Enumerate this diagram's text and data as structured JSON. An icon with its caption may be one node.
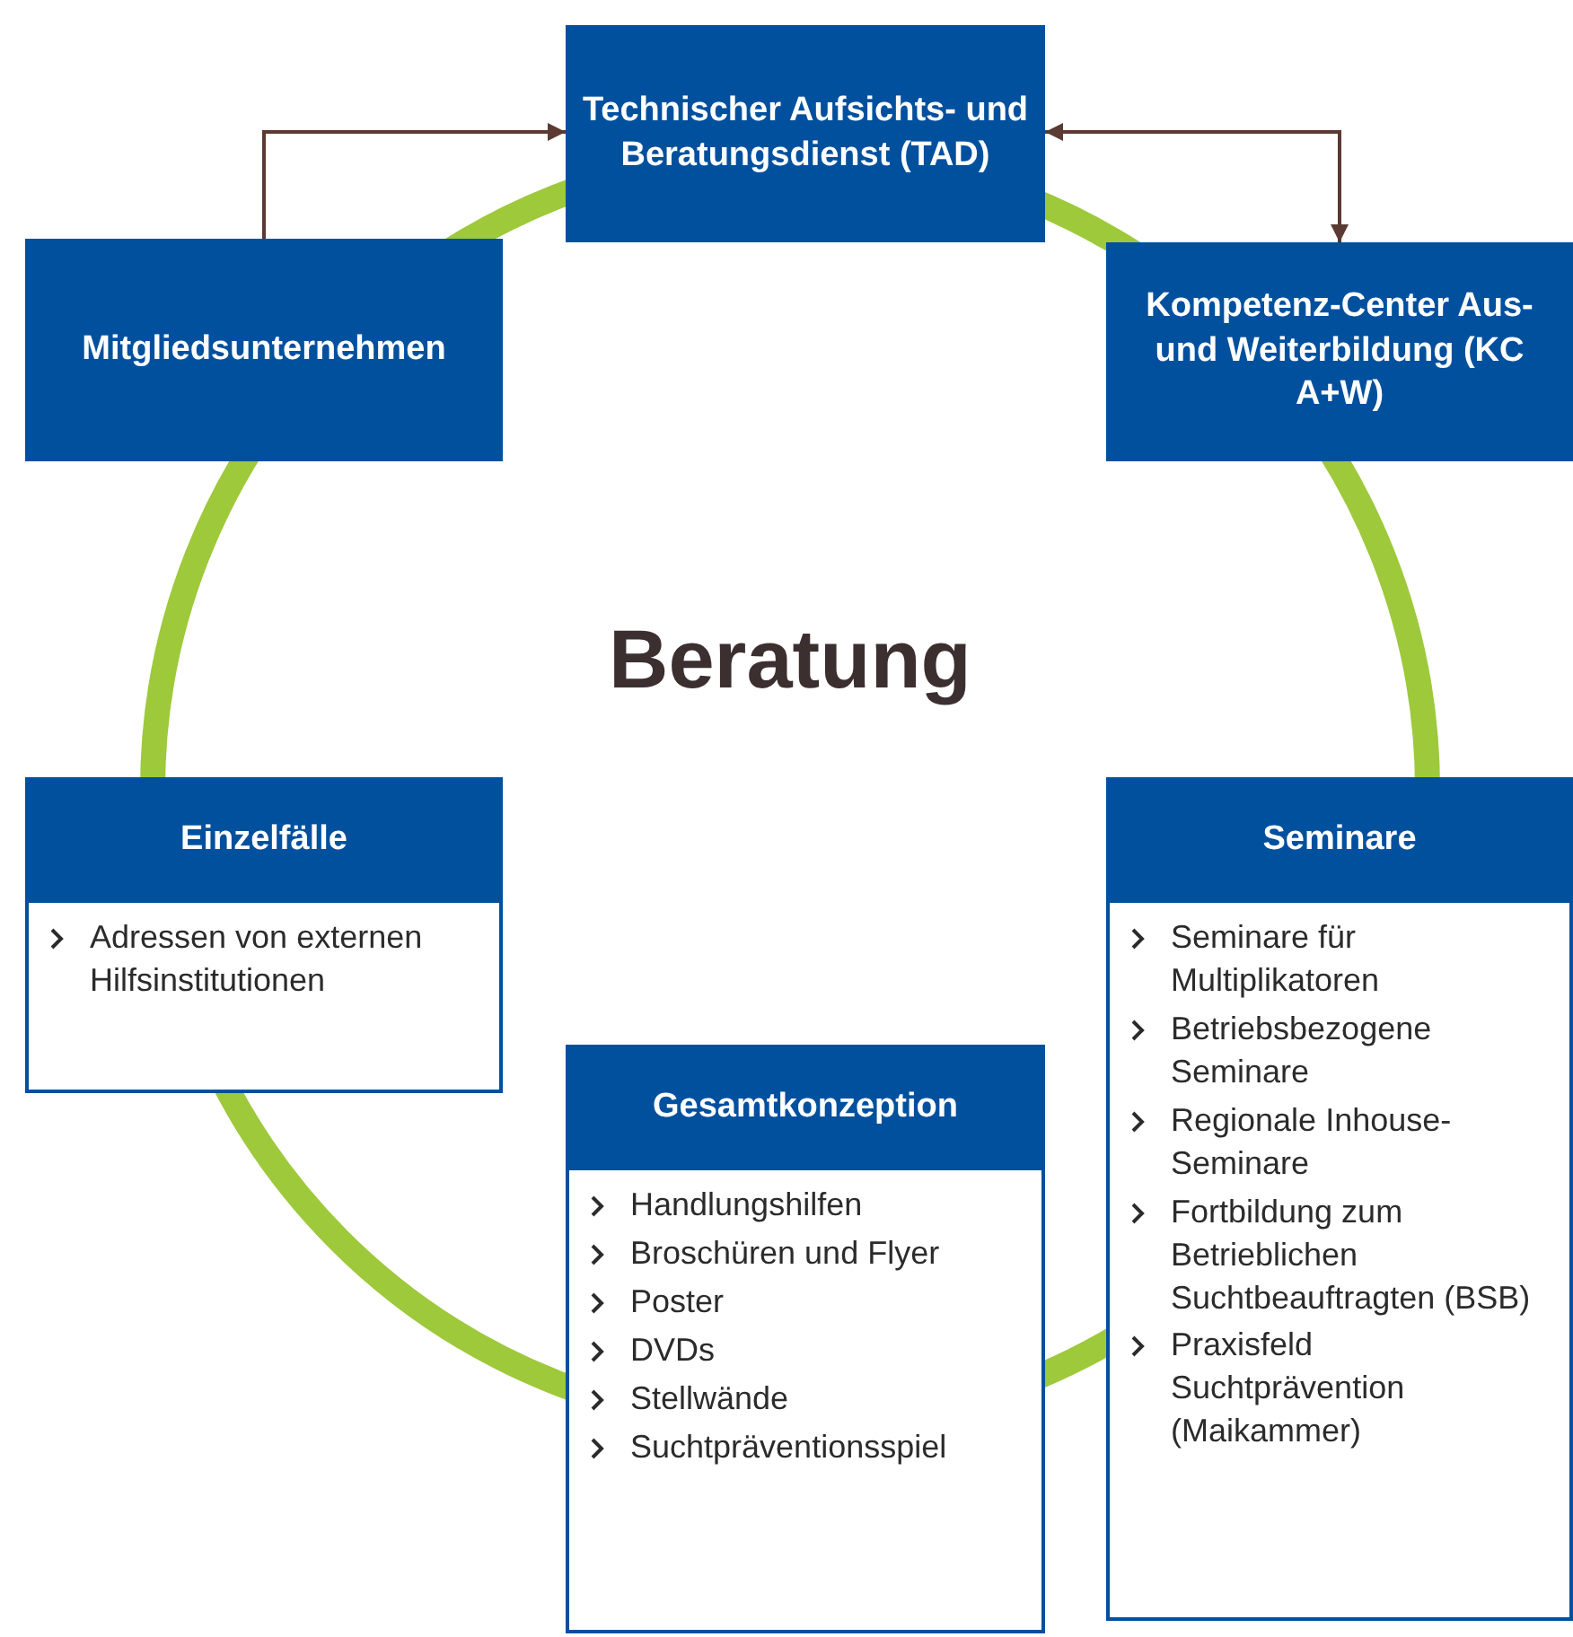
{
  "diagram": {
    "nodes": [
      {
        "text": [
          "Technischer Aufsichts- und Beratungsdienst (TAD)"
        ]
      },
      {
        "text": [
          "Mitgliedsunternehmen"
        ]
      },
      {
        "text": [
          "Kompetenz-Center Aus- und Weiterbildung (KC A+W)"
        ]
      },
      {
        "text": [
          "Einzelfälle",
          "Adressen von externen Hilfsinstitutionen"
        ]
      },
      {
        "text": [
          "Seminare",
          "Seminare für Multiplikatoren",
          "Betriebsbezogene Seminare",
          "Regionale Inhouse-Seminare",
          "Fortbildung zum Betrieblichen Suchtbeauftragten (BSB)",
          "Praxisfeld Suchtprävention (Maikammer)"
        ]
      },
      {
        "text": [
          "Gesamtkonzeption",
          "Handlungshilfen",
          "Broschüren und Flyer",
          "Poster",
          "DVDs",
          "Stellwände",
          "Suchtpräventionsspiel"
        ]
      }
    ],
    "edges": [
      {
        "from": 1,
        "to": 0,
        "arrow": "to"
      },
      {
        "from": 0,
        "to": 2,
        "arrow": "both"
      }
    ],
    "labels": [
      "Beratung"
    ]
  }
}
